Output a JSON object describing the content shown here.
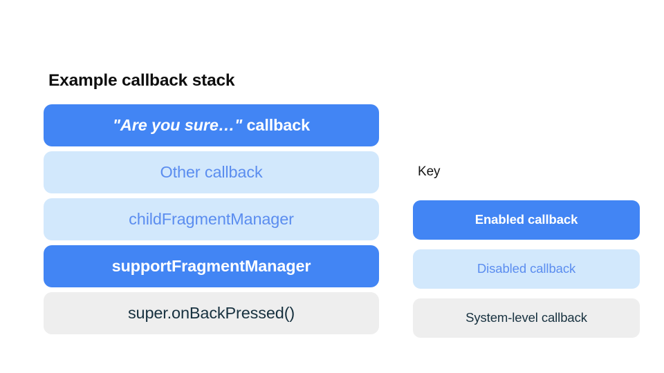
{
  "diagram": {
    "background_color": "#ffffff",
    "stack": {
      "title": "Example callback stack",
      "items": [
        {
          "label": "\"Are you sure…\" callback",
          "quoted_part": "\"Are you sure…\"",
          "plain_part": " callback",
          "state": "enabled",
          "fill_color": "#4285f4",
          "text_color": "#ffffff"
        },
        {
          "label": "Other callback",
          "state": "disabled",
          "fill_color": "#d2e8fc",
          "text_color": "#5b8def"
        },
        {
          "label": "childFragmentManager",
          "state": "disabled",
          "fill_color": "#d2e8fc",
          "text_color": "#5b8def"
        },
        {
          "label": "supportFragmentManager",
          "state": "enabled",
          "fill_color": "#4285f4",
          "text_color": "#ffffff"
        },
        {
          "label": "super.onBackPressed()",
          "state": "system",
          "fill_color": "#eeeeee",
          "text_color": "#17313f"
        }
      ]
    },
    "key": {
      "title": "Key",
      "items": [
        {
          "label": "Enabled callback",
          "state": "enabled",
          "fill_color": "#4285f4",
          "text_color": "#ffffff"
        },
        {
          "label": "Disabled callback",
          "state": "disabled",
          "fill_color": "#d2e8fc",
          "text_color": "#5b8def"
        },
        {
          "label": "System-level callback",
          "state": "system",
          "fill_color": "#eeeeee",
          "text_color": "#17313f"
        }
      ]
    }
  }
}
